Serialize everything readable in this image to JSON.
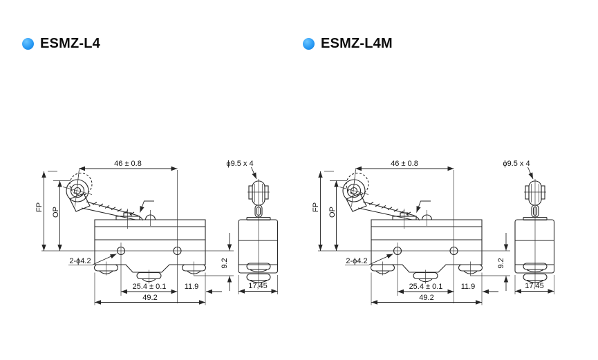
{
  "page": {
    "background": "#ffffff",
    "accent_color": "#2a9bf5",
    "line_color": "#262626"
  },
  "sections": [
    {
      "title": "ESMZ-L4"
    },
    {
      "title": "ESMZ-L4M"
    }
  ],
  "drawing_labels": {
    "lever_length": "46 ± 0.8",
    "free_position": "FP",
    "operating_position": "OP",
    "mounting_holes": "2-ϕ4.2",
    "hole_spacing": "25.4 ± 0.1",
    "hole_to_edge": "11.9",
    "body_width": "49.2",
    "roller_size": "ϕ9.5 x 4",
    "hole_to_bottom": "9.2",
    "body_thickness": "17,45"
  }
}
